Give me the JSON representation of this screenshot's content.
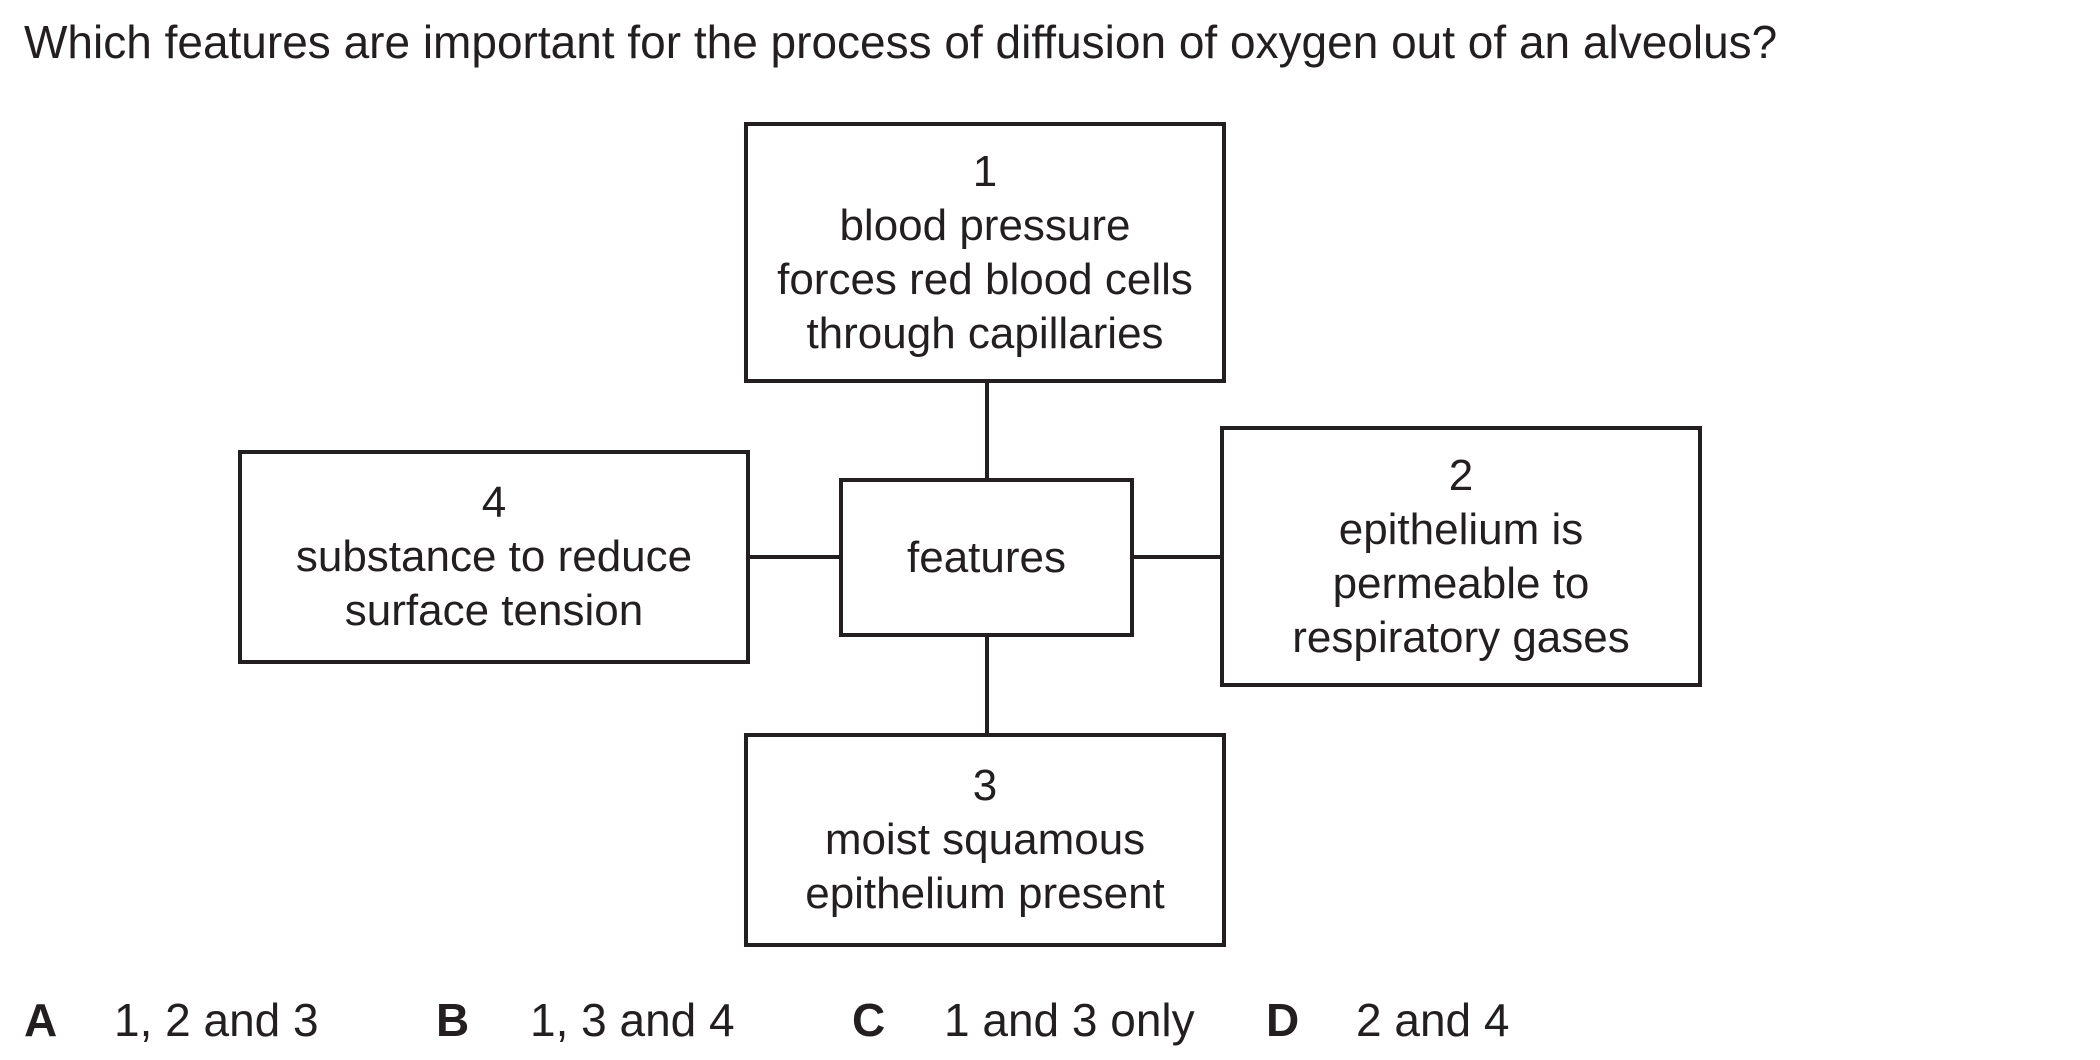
{
  "question": "Which features are important for the process of diffusion of oxygen out of an alveolus?",
  "diagram": {
    "center": "features",
    "boxes": [
      {
        "number": "1",
        "lines": [
          "blood pressure",
          "forces red blood cells",
          "through capillaries"
        ]
      },
      {
        "number": "2",
        "lines": [
          "epithelium is",
          "permeable to",
          "respiratory gases"
        ]
      },
      {
        "number": "3",
        "lines": [
          "moist squamous",
          "epithelium present"
        ]
      },
      {
        "number": "4",
        "lines": [
          "substance to reduce",
          "surface tension"
        ]
      }
    ]
  },
  "options": [
    {
      "letter": "A",
      "text": "1, 2 and 3"
    },
    {
      "letter": "B",
      "text": "1, 3 and 4"
    },
    {
      "letter": "C",
      "text": "1 and 3 only"
    },
    {
      "letter": "D",
      "text": "2 and 4"
    }
  ]
}
